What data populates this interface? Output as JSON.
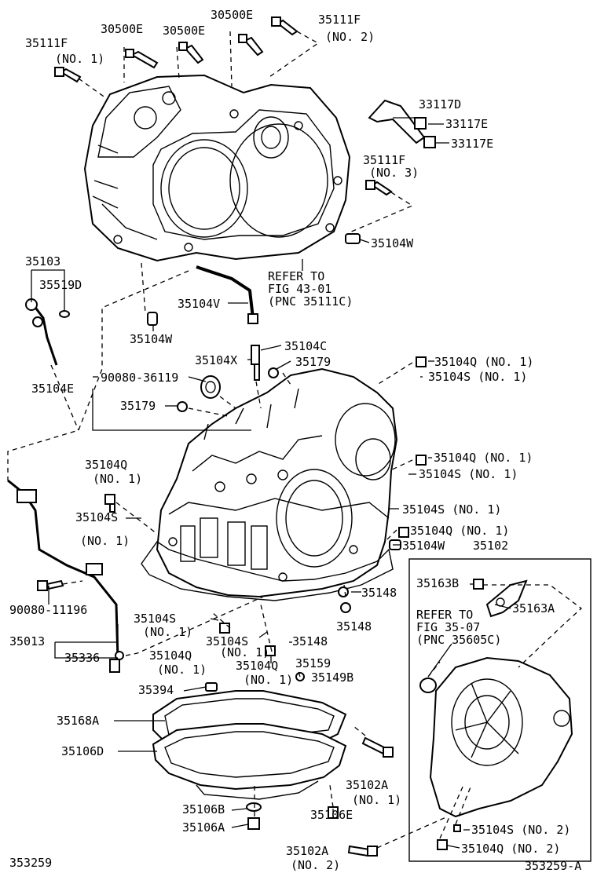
{
  "diagram_id": "353259",
  "diagram_id_alt": "353259-A",
  "labels": {
    "l_30500E_a": "30500E",
    "l_30500E_b": "30500E",
    "l_30500E_c": "30500E",
    "l_35111F_1": "35111F",
    "l_35111F_1_no": "(NO. 1)",
    "l_35111F_2": "35111F",
    "l_35111F_2_no": "(NO. 2)",
    "l_35111F_3": "35111F",
    "l_35111F_3_no": "(NO. 3)",
    "l_33117D": "33117D",
    "l_33117E_a": "33117E",
    "l_33117E_b": "33117E",
    "l_35104W_a": "35104W",
    "l_35104W_b": "35104W",
    "l_35104W_c": "35104W",
    "l_refer1_a": "REFER TO",
    "l_refer1_b": "FIG 43-01",
    "l_refer1_c": "(PNC 35111C)",
    "l_35103": "35103",
    "l_35519D": "35519D",
    "l_35104V": "35104V",
    "l_35104E": "35104E",
    "l_90080_36119": "90080-36119",
    "l_35104X": "35104X",
    "l_35104C": "35104C",
    "l_35179_a": "35179",
    "l_35179_b": "35179",
    "l_35104Q_r1": "35104Q (NO. 1)",
    "l_35104S_r1": "35104S (NO. 1)",
    "l_35104Q_r2": "35104Q (NO. 1)",
    "l_35104S_r2": "35104S (NO. 1)",
    "l_35104S_r3": "35104S (NO. 1)",
    "l_35104Q_r3": "35104Q (NO. 1)",
    "l_35102": "35102",
    "l_35104Q_l": "35104Q",
    "l_35104Q_l_no": "(NO. 1)",
    "l_35104S_l": "35104S",
    "l_35104S_l_no": "(NO. 1)",
    "l_90080_11196": "90080-11196",
    "l_35013": "35013",
    "l_35336": "35336",
    "l_35104S_b1": "35104S",
    "l_35104S_b1_no": "(NO. 1)",
    "l_35104Q_b1": "35104Q",
    "l_35104Q_b1_no": "(NO. 1)",
    "l_35104S_b2": "35104S",
    "l_35104S_b2_no": "(NO. 1)",
    "l_35104Q_b2": "35104Q",
    "l_35104Q_b2_no": "(NO. 1)",
    "l_35148_a": "35148",
    "l_35148_b": "35148",
    "l_35148_c": "35148",
    "l_35159": "35159",
    "l_35149B": "35149B",
    "l_35394": "35394",
    "l_35168A": "35168A",
    "l_35106D": "35106D",
    "l_35106B": "35106B",
    "l_35106A": "35106A",
    "l_35106E": "35106E",
    "l_35102A_1": "35102A",
    "l_35102A_1_no": "(NO. 1)",
    "l_35102A_2": "35102A",
    "l_35102A_2_no": "(NO. 2)",
    "l_35163B": "35163B",
    "l_35163A": "35163A",
    "l_refer2_a": "REFER TO",
    "l_refer2_b": "FIG 35-07",
    "l_refer2_c": "(PNC 35605C)",
    "l_35104S_n2": "35104S (NO. 2)",
    "l_35104Q_n2": "35104Q (NO. 2)"
  }
}
